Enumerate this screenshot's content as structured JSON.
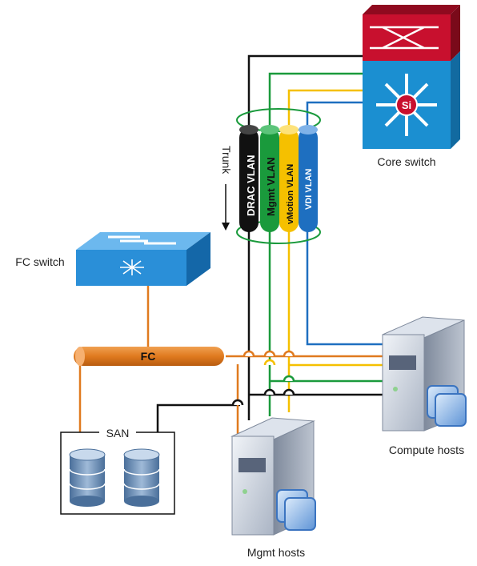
{
  "labels": {
    "core_switch": "Core switch",
    "fc_switch": "FC switch",
    "compute_hosts": "Compute hosts",
    "mgmt_hosts": "Mgmt hosts",
    "san": "SAN",
    "fc": "FC",
    "trunk": "Trunk"
  },
  "vlans": [
    {
      "label": "DRAC VLAN",
      "color": "#111111"
    },
    {
      "label": "Mgmt VLAN",
      "color": "#1a9a3c"
    },
    {
      "label": "vMotion VLAN",
      "color": "#f5c000"
    },
    {
      "label": "VDI VLAN",
      "color": "#1e6fc0"
    }
  ],
  "colors": {
    "fc_line": "#e07a1f",
    "core_switch_top": "#c8102e",
    "core_switch_body": "#1b8fd1",
    "fc_switch": "#2a8fd8"
  }
}
